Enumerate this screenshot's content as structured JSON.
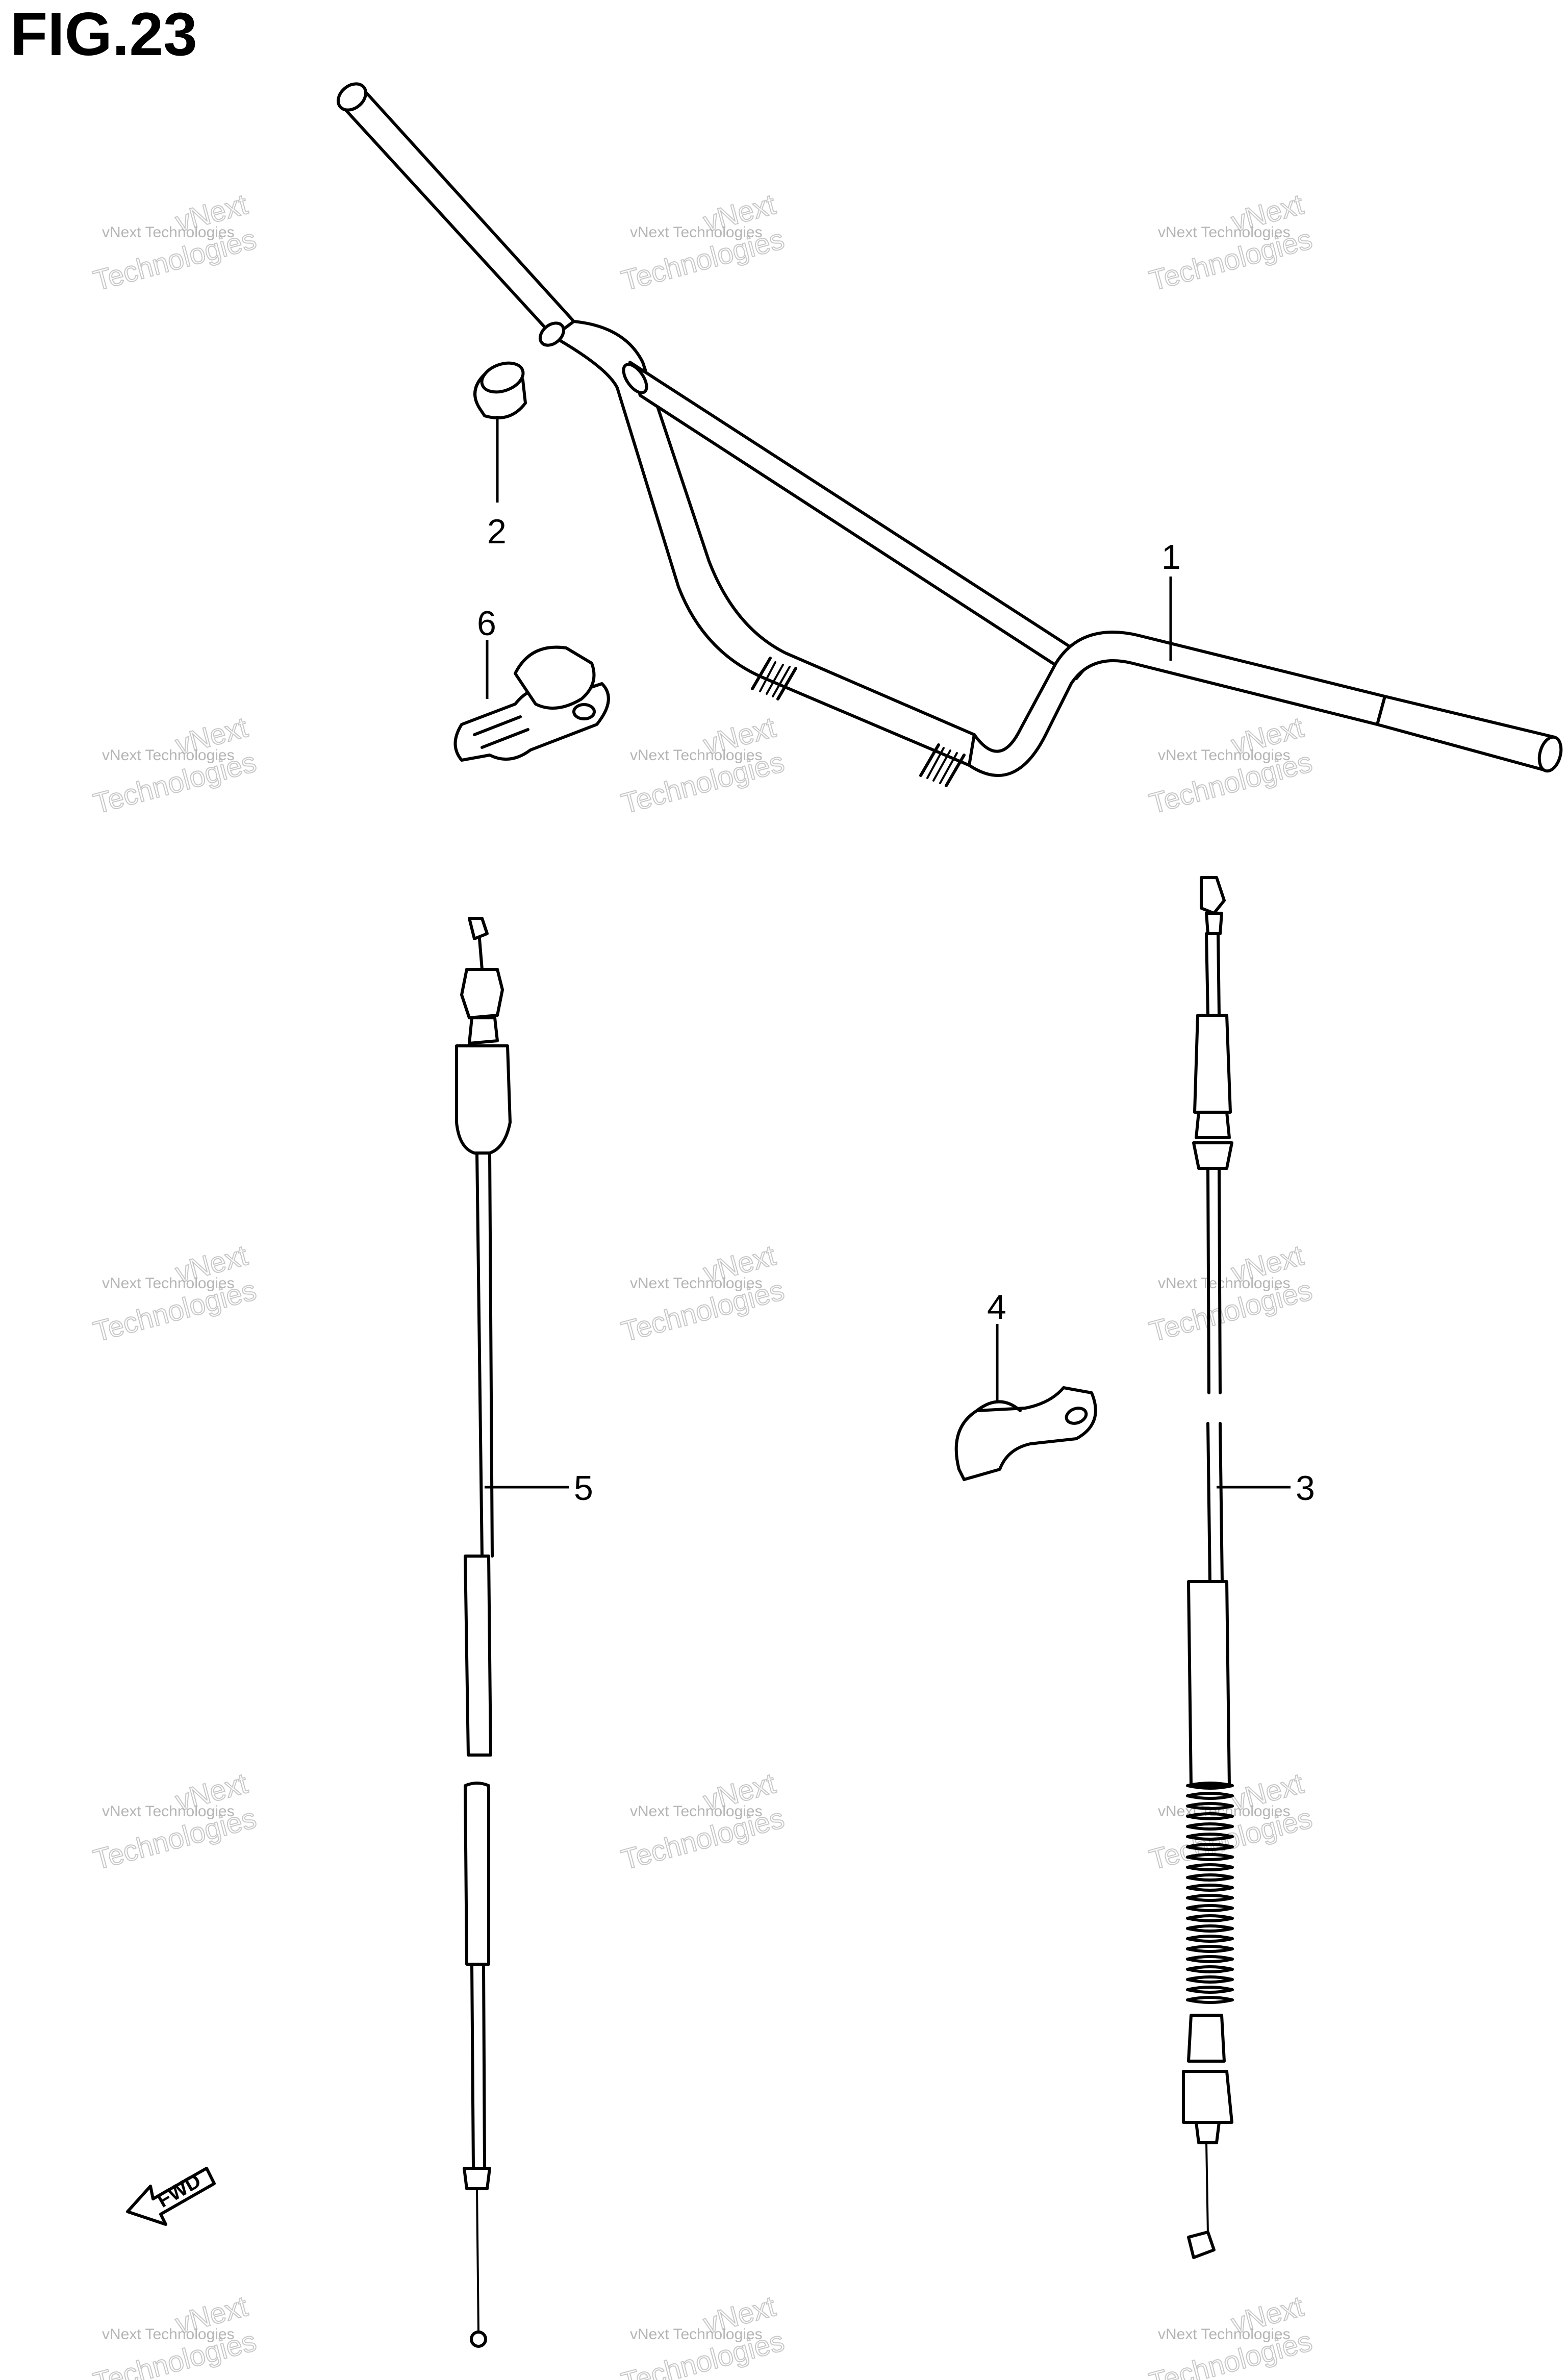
{
  "figure": {
    "title": "FIG.23"
  },
  "callouts": [
    {
      "id": "1",
      "label": "1"
    },
    {
      "id": "2",
      "label": "2"
    },
    {
      "id": "3",
      "label": "3"
    },
    {
      "id": "4",
      "label": "4"
    },
    {
      "id": "5",
      "label": "5"
    },
    {
      "id": "6",
      "label": "6"
    }
  ],
  "watermark": {
    "line1": "vNext Technologies",
    "line2": "vNext",
    "line3": "Technologies"
  },
  "direction": {
    "label": "FWD"
  }
}
